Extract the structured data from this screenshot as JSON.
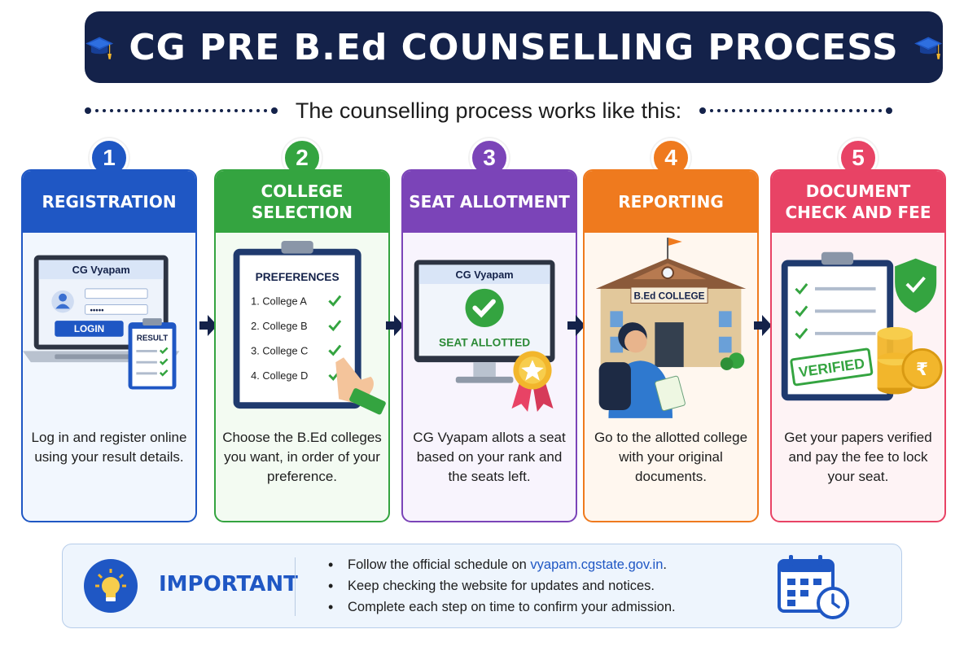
{
  "title": "CG PRE B.Ed COUNSELLING PROCESS",
  "subtitle": "The counselling process works like this:",
  "colors": {
    "navy": "#14224a",
    "blue": "#1f57c4",
    "green": "#34a440",
    "purple": "#7b44b8",
    "orange": "#ef7a1e",
    "pink": "#e84365"
  },
  "steps": [
    {
      "number": "1",
      "heading": "REGISTRATION",
      "description": "Log in and register online using your result details.",
      "art": {
        "site": "CG Vyapam",
        "login_label": "LOGIN",
        "password_mask": "•••••",
        "result_label": "RESULT"
      }
    },
    {
      "number": "2",
      "heading": "COLLEGE SELECTION",
      "description": "Choose the B.Ed colleges you want, in order of your preference.",
      "art": {
        "list_title": "PREFERENCES",
        "items": [
          "1. College A",
          "2. College B",
          "3. College C",
          "4. College D"
        ]
      }
    },
    {
      "number": "3",
      "heading": "SEAT ALLOTMENT",
      "description": "CG Vyapam allots a seat based on your rank and the seats left.",
      "art": {
        "site": "CG Vyapam",
        "status": "SEAT ALLOTTED"
      }
    },
    {
      "number": "4",
      "heading": "REPORTING",
      "description": "Go to the allotted college with your original documents.",
      "art": {
        "building_sign": "B.Ed COLLEGE"
      }
    },
    {
      "number": "5",
      "heading": "DOCUMENT CHECK AND FEE",
      "description": "Get your papers verified and pay the fee to lock your seat.",
      "art": {
        "stamp": "VERIFIED",
        "currency_symbol": "₹"
      }
    }
  ],
  "important": {
    "label": "IMPORTANT",
    "items": [
      {
        "text": "Follow the official schedule on ",
        "link": "vyapam.cgstate.gov.in",
        "suffix": "."
      },
      {
        "text": "Keep checking the website for updates and notices."
      },
      {
        "text": "Complete each step on time to confirm your admission."
      }
    ]
  }
}
